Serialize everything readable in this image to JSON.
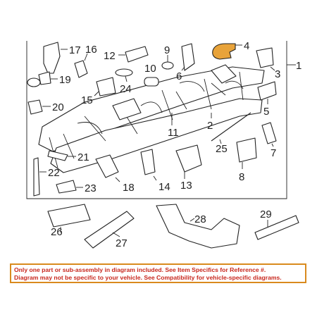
{
  "diagram": {
    "callouts": {
      "c1": "1",
      "c2": "2",
      "c3": "3",
      "c4": "4",
      "c5": "5",
      "c6": "6",
      "c7": "7",
      "c8": "8",
      "c9": "9",
      "c10": "10",
      "c11": "11",
      "c12": "12",
      "c13": "13",
      "c14": "14",
      "c15": "15",
      "c16": "16",
      "c17": "17",
      "c18": "18",
      "c19": "19",
      "c20": "20",
      "c21": "21",
      "c22": "22",
      "c23": "23",
      "c24": "24",
      "c25": "25",
      "c26": "26",
      "c27": "27",
      "c28": "28",
      "c29": "29"
    },
    "highlight_color": "#e8a33a",
    "notice_line1": "Only one part or sub-assembly in diagram included. See Item Specifics for Reference #.",
    "notice_line2": "Diagram may not be specific to your vehicle. See Compatibility for vehicle-specific diagrams."
  }
}
